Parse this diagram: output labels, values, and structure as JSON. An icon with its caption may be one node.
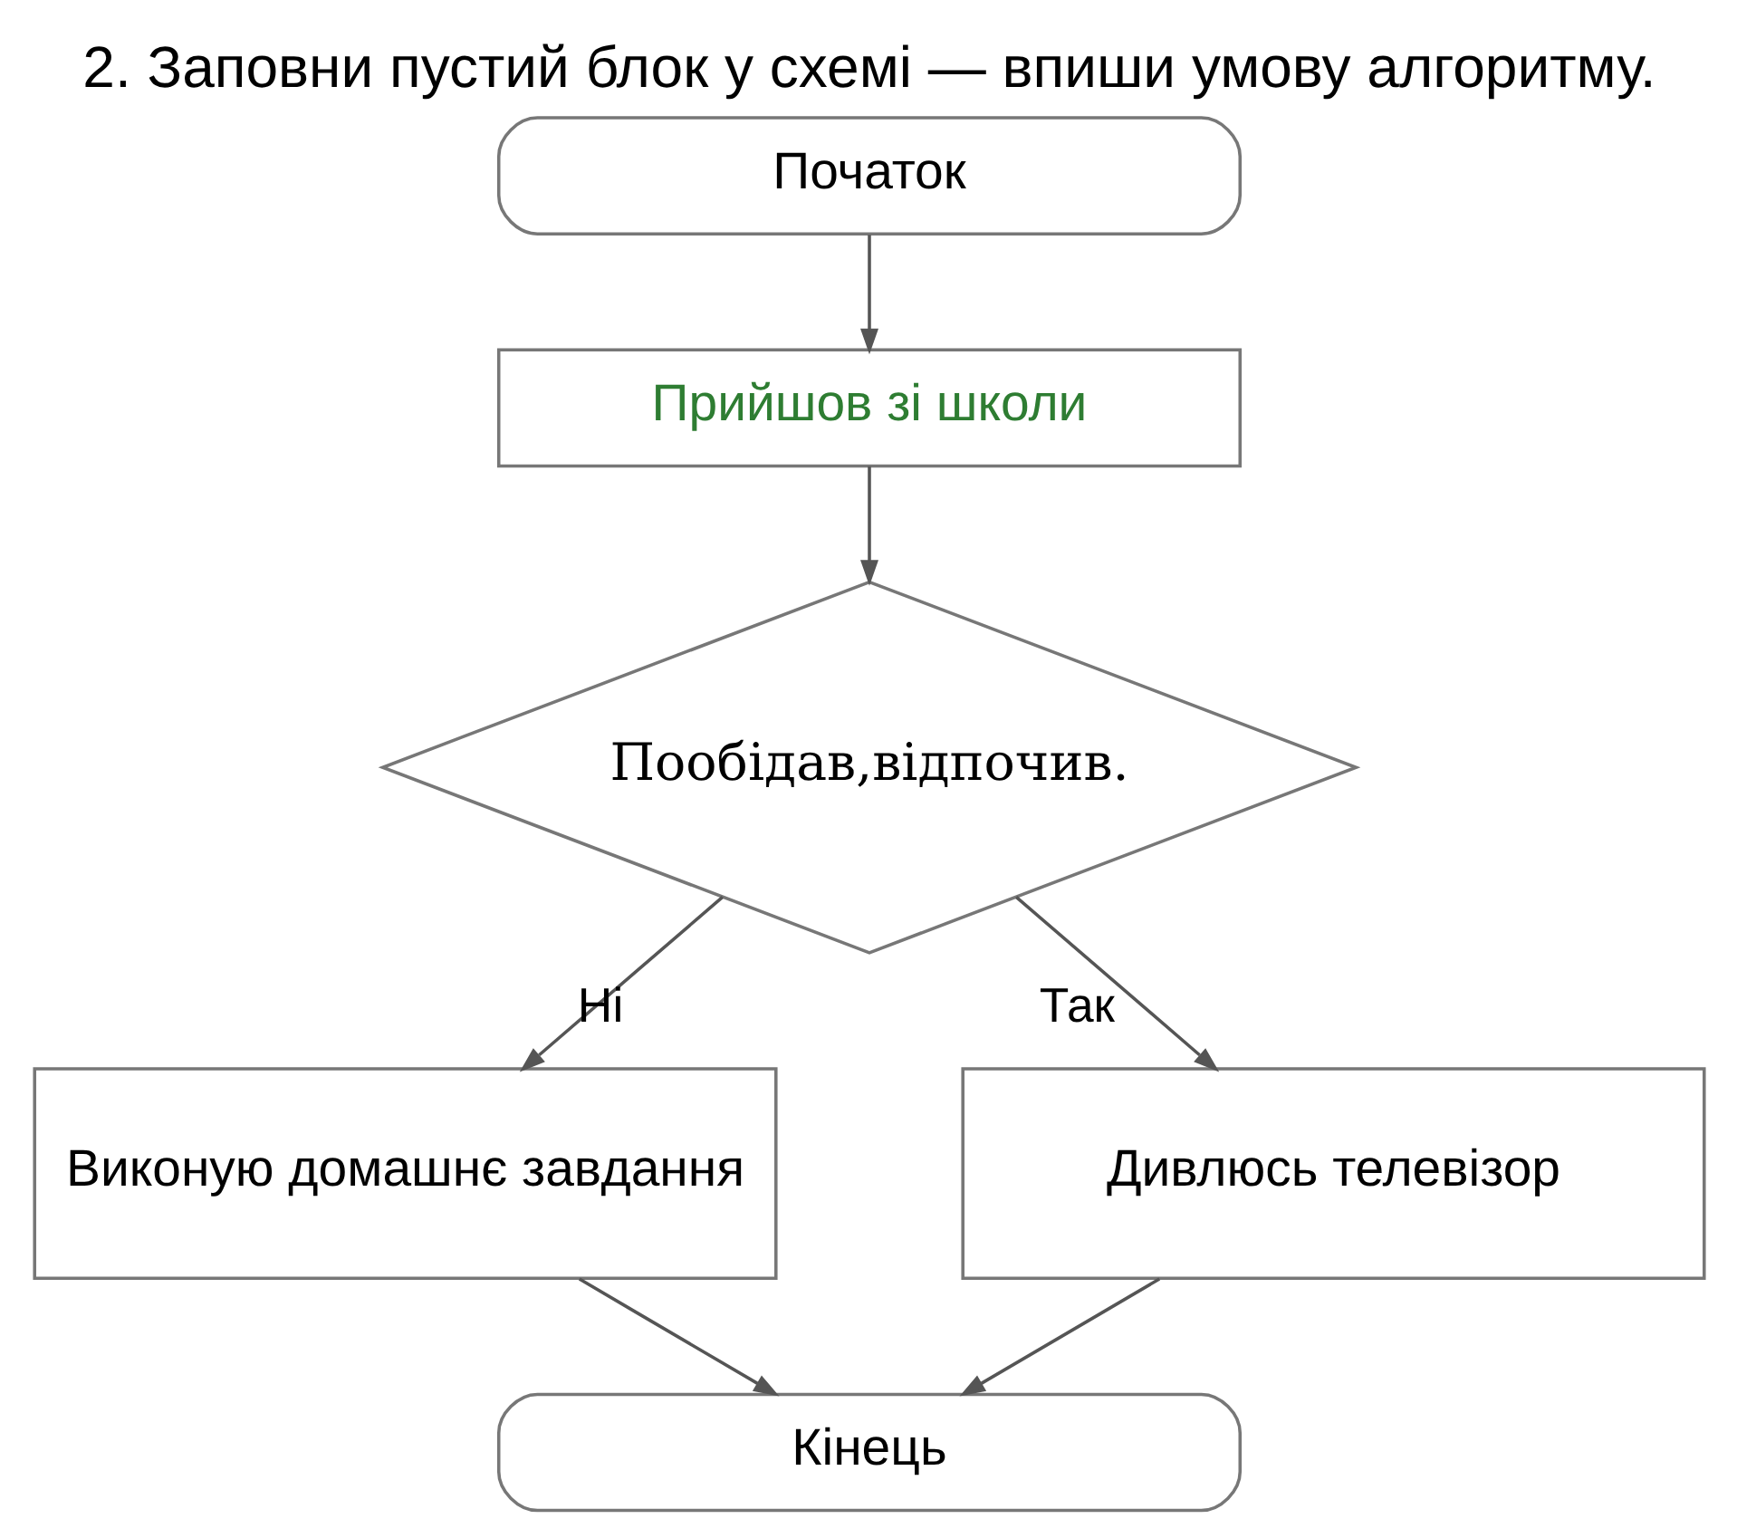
{
  "diagram": {
    "title": "2. Заповни пустий блок у схемі — впиши умову алгоритму.",
    "nodes": [
      {
        "text": [
          "Початок"
        ]
      },
      {
        "text": [
          "Прийшов зі школи"
        ]
      },
      {
        "text": [
          "Пообідав,відпочив."
        ]
      },
      {
        "text": [
          "Виконую домашнє завдання"
        ]
      },
      {
        "text": [
          "Дивлюсь телевізор"
        ]
      },
      {
        "text": [
          "Кінець"
        ]
      }
    ],
    "edges": [
      {
        "from": 0,
        "to": 1,
        "arrow": "to"
      },
      {
        "from": 1,
        "to": 2,
        "arrow": "to"
      },
      {
        "from": 2,
        "to": 3,
        "arrow": "to",
        "label": "Ні"
      },
      {
        "from": 2,
        "to": 4,
        "arrow": "to",
        "label": "Так"
      },
      {
        "from": 3,
        "to": 5,
        "arrow": "to"
      },
      {
        "from": 4,
        "to": 5,
        "arrow": "to"
      }
    ]
  }
}
